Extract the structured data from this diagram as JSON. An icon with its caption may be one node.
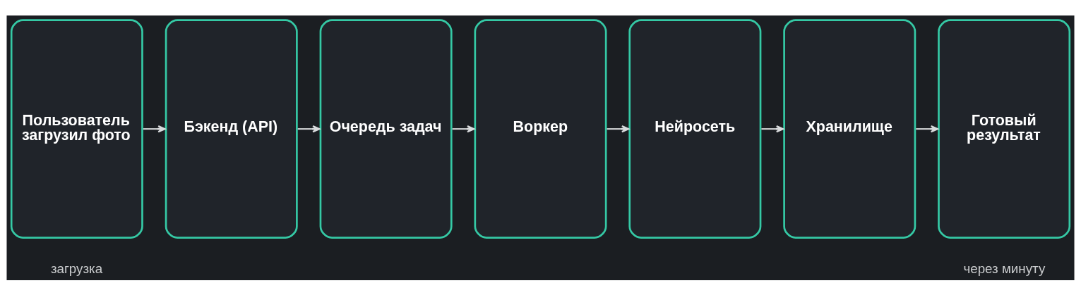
{
  "diagram": {
    "nodes": [
      {
        "text": [
          "Пользователь загрузил фото"
        ],
        "beside": [
          "загрузка"
        ]
      },
      {
        "text": [
          "Бэкенд (API)"
        ]
      },
      {
        "text": [
          "Очередь задач"
        ]
      },
      {
        "text": [
          "Воркер"
        ]
      },
      {
        "text": [
          "Нейросеть"
        ]
      },
      {
        "text": [
          "Хранилище"
        ]
      },
      {
        "text": [
          "Готовый результат"
        ],
        "beside": [
          "через минуту"
        ]
      }
    ],
    "edges": [
      {
        "from": 0,
        "to": 1,
        "arrow": "to"
      },
      {
        "from": 1,
        "to": 2,
        "arrow": "to"
      },
      {
        "from": 2,
        "to": 3,
        "arrow": "to"
      },
      {
        "from": 3,
        "to": 4,
        "arrow": "to"
      },
      {
        "from": 4,
        "to": 5,
        "arrow": "to"
      },
      {
        "from": 5,
        "to": 6,
        "arrow": "to"
      }
    ]
  }
}
